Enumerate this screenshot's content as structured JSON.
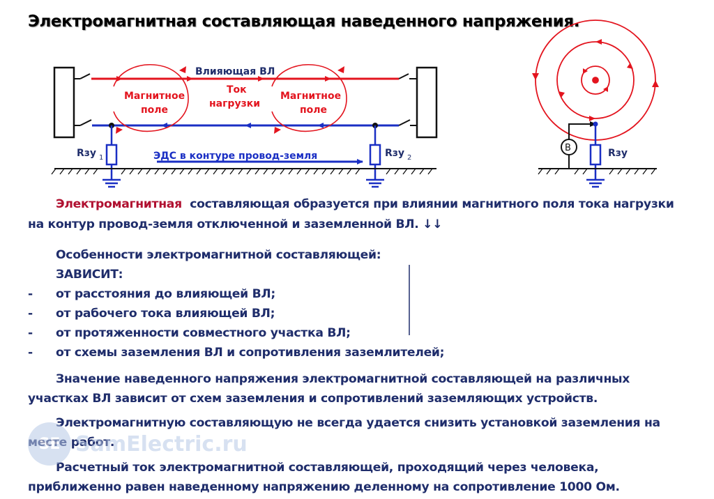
{
  "title": "Электромагнитная составляющая наведенного напряжения.",
  "diagram": {
    "influencing_line": "Влияющая ВЛ",
    "magnetic_field_1": [
      "Магнитное",
      "поле"
    ],
    "load_current": [
      "Ток",
      "нагрузки"
    ],
    "magnetic_field_2": [
      "Магнитное",
      "поле"
    ],
    "emf_label": "ЭДС в контуре провод-земля",
    "rzu1": "Rзу",
    "rzu1_sub": "1",
    "rzu2": "Rзу",
    "rzu2_sub": "2",
    "rzu_right": "Rзу",
    "voltmeter": "В"
  },
  "text": {
    "p1_accent": "Электромагнитная",
    "p1_rest": "  составляющая образуется при влиянии магнитного поля тока нагрузки",
    "p1_line2": "на контур провод-земля отключенной и заземленной ВЛ. ↓↓",
    "features_title": "Особенности электромагнитной составляющей:",
    "depends": "ЗАВИСИТ:",
    "bullets": [
      "от расстояния до влияющей ВЛ;",
      "от рабочего тока влияющей ВЛ;",
      "от протяженности совместного участка ВЛ;",
      "от схемы заземления ВЛ и сопротивления заземлителей;"
    ],
    "p3_line1": "Значение наведенного напряжения электромагнитной составляющей на различных",
    "p3_line2": "участках ВЛ зависит от схем заземления и сопротивлений заземляющих устройств.",
    "p4_line1": "Электромагнитную составляющую не всегда удается снизить установкой заземления на",
    "p4_line2": "месте работ.",
    "p5_line1": "Расчетный ток электромагнитной составляющей, проходящий через человека,",
    "p5_line2": "приближенно равен наведенному напряжению деленному на сопротивление 1000 Ом."
  },
  "watermark": {
    "logo": "SE",
    "text": "SamElectric.ru"
  },
  "colors": {
    "red": "#e3141e",
    "blue": "#1a2fc4",
    "navy": "#1f2d6b",
    "accent": "#b01030"
  }
}
